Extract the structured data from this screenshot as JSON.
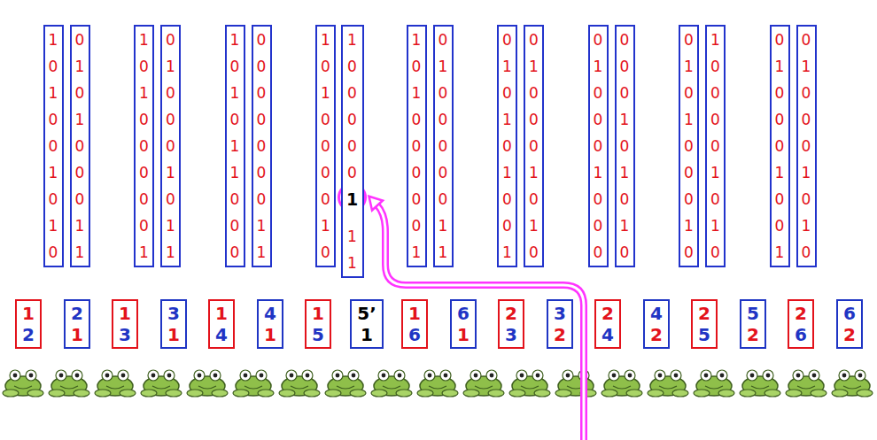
{
  "diagram": {
    "nodes": [
      {
        "text": [
          "1",
          "0",
          "1",
          "0",
          "0",
          "1",
          "0",
          "1",
          "0"
        ]
      },
      {
        "text": [
          "0",
          "1",
          "0",
          "1",
          "0",
          "0",
          "0",
          "1",
          "1"
        ]
      },
      {
        "text": [
          "1",
          "0",
          "1",
          "0",
          "0",
          "0",
          "0",
          "0",
          "1"
        ]
      },
      {
        "text": [
          "0",
          "1",
          "0",
          "0",
          "0",
          "1",
          "0",
          "1",
          "1"
        ]
      },
      {
        "text": [
          "1",
          "0",
          "1",
          "0",
          "1",
          "1",
          "0",
          "0",
          "0"
        ]
      },
      {
        "text": [
          "0",
          "0",
          "0",
          "0",
          "0",
          "0",
          "0",
          "1",
          "1"
        ]
      },
      {
        "text": [
          "1",
          "0",
          "1",
          "0",
          "0",
          "0",
          "0",
          "1",
          "0"
        ]
      },
      {
        "text": [
          "1",
          "0",
          "0",
          "0",
          "0",
          "0",
          "1",
          "1",
          "1"
        ]
      },
      {
        "text": [
          "1",
          "0",
          "1",
          "0",
          "0",
          "0",
          "0",
          "0",
          "1"
        ]
      },
      {
        "text": [
          "0",
          "1",
          "0",
          "0",
          "0",
          "0",
          "0",
          "1",
          "1"
        ]
      },
      {
        "text": [
          "0",
          "1",
          "0",
          "1",
          "0",
          "1",
          "0",
          "0",
          "1"
        ]
      },
      {
        "text": [
          "0",
          "1",
          "0",
          "0",
          "0",
          "1",
          "0",
          "1",
          "0"
        ]
      },
      {
        "text": [
          "0",
          "1",
          "0",
          "0",
          "0",
          "1",
          "0",
          "0",
          "0"
        ]
      },
      {
        "text": [
          "0",
          "0",
          "0",
          "1",
          "0",
          "1",
          "0",
          "1",
          "0"
        ]
      },
      {
        "text": [
          "0",
          "1",
          "0",
          "1",
          "0",
          "0",
          "0",
          "1",
          "0"
        ]
      },
      {
        "text": [
          "1",
          "0",
          "0",
          "0",
          "0",
          "1",
          "0",
          "1",
          "0"
        ]
      },
      {
        "text": [
          "0",
          "1",
          "0",
          "0",
          "0",
          "1",
          "0",
          "0",
          "1"
        ]
      },
      {
        "text": [
          "0",
          "1",
          "0",
          "0",
          "0",
          "1",
          "0",
          "1",
          "0"
        ]
      },
      {
        "text": [
          "1",
          "2"
        ]
      },
      {
        "text": [
          "2",
          "1"
        ]
      },
      {
        "text": [
          "1",
          "3"
        ]
      },
      {
        "text": [
          "3",
          "1"
        ]
      },
      {
        "text": [
          "1",
          "4"
        ]
      },
      {
        "text": [
          "4",
          "1"
        ]
      },
      {
        "text": [
          "1",
          "5"
        ]
      },
      {
        "text": [
          "5’",
          "1"
        ]
      },
      {
        "text": [
          "1",
          "6"
        ]
      },
      {
        "text": [
          "6",
          "1"
        ]
      },
      {
        "text": [
          "2",
          "3"
        ]
      },
      {
        "text": [
          "3",
          "2"
        ]
      },
      {
        "text": [
          "2",
          "4"
        ]
      },
      {
        "text": [
          "4",
          "2"
        ]
      },
      {
        "text": [
          "2",
          "5"
        ]
      },
      {
        "text": [
          "5",
          "2"
        ]
      },
      {
        "text": [
          "2",
          "6"
        ]
      },
      {
        "text": [
          "6",
          "2"
        ]
      }
    ]
  }
}
